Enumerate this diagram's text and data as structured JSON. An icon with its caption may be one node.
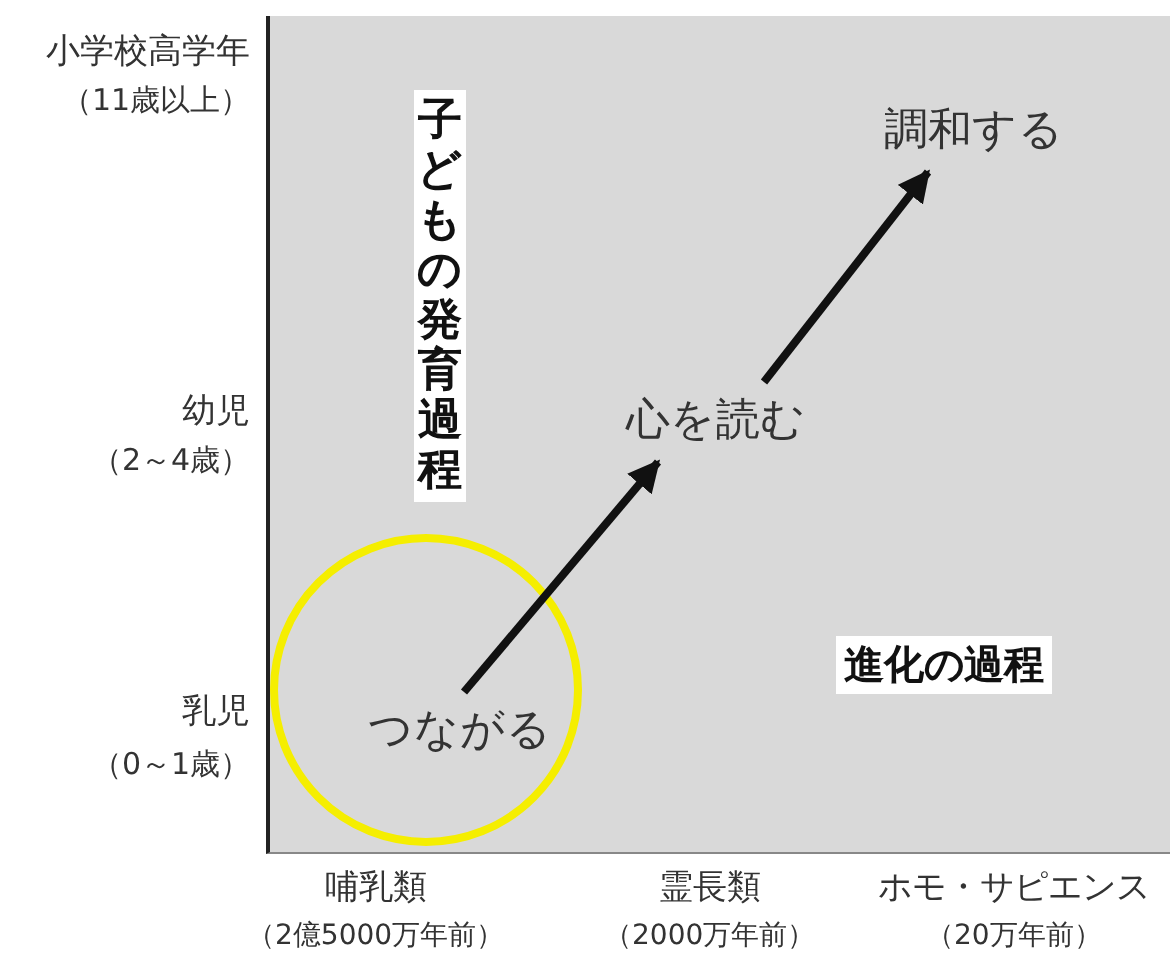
{
  "diagram": {
    "nodes": [
      {
        "text": [
          "つながる"
        ]
      },
      {
        "text": [
          "心を読む"
        ]
      },
      {
        "text": [
          "調和する"
        ]
      }
    ],
    "edges": [
      {
        "from": 0,
        "to": 1,
        "arrow": "to"
      },
      {
        "from": 1,
        "to": 2,
        "arrow": "to"
      }
    ],
    "labels": [
      "小学校高学年",
      "（11歳以上）",
      "子どもの発育過程",
      "幼児",
      "（2～4歳）",
      "進化の過程",
      "乳児",
      "（0～1歳）",
      "哺乳類",
      "霊長類",
      "ホモ・サピエンス",
      "（2億5000万年前）",
      "（2000万年前）",
      "（20万年前）"
    ]
  }
}
